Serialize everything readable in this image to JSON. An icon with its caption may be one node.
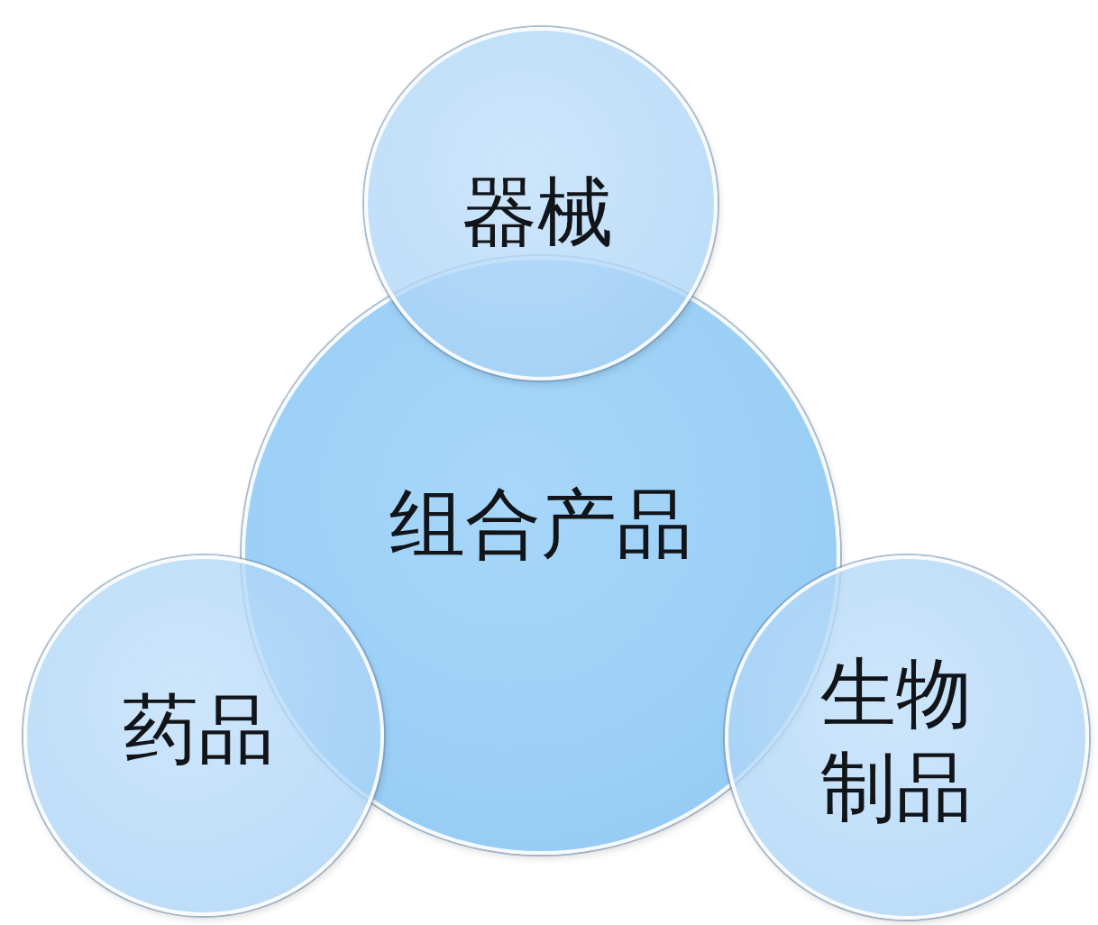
{
  "diagram": {
    "nodes": [
      {
        "text": [
          "器械"
        ]
      },
      {
        "text": [
          "组合产品"
        ]
      },
      {
        "text": [
          "药品"
        ]
      },
      {
        "text": [
          "生物制品"
        ]
      }
    ]
  }
}
